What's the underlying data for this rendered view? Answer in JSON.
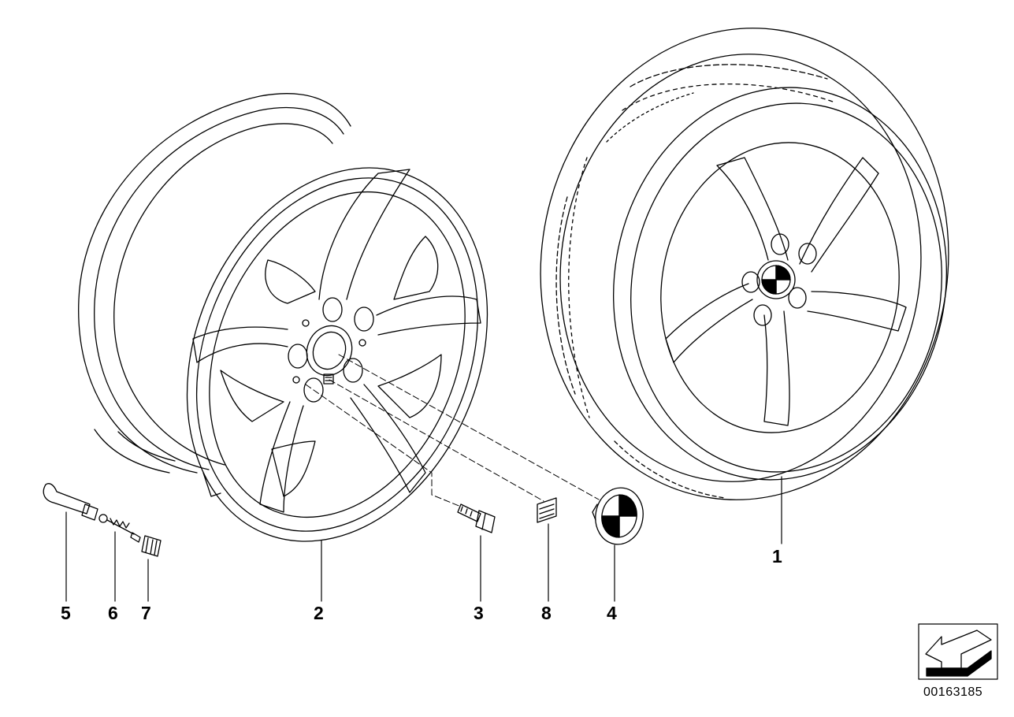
{
  "diagram": {
    "diagram_id": "00163185",
    "stroke_color": "#000000",
    "background_color": "#ffffff",
    "emblem_colors": {
      "blue": "#000000",
      "white": "#ffffff"
    }
  },
  "callouts": [
    {
      "label": "1",
      "part": "complete wheel with tyre"
    },
    {
      "label": "2",
      "part": "light alloy rim"
    },
    {
      "label": "3",
      "part": "wheel bolt"
    },
    {
      "label": "4",
      "part": "hub cap emblem"
    },
    {
      "label": "5",
      "part": "valve"
    },
    {
      "label": "6",
      "part": "valve insert"
    },
    {
      "label": "7",
      "part": "valve cap"
    },
    {
      "label": "8",
      "part": "balance weight"
    }
  ],
  "symbol": {
    "name": "direction-arrow-icon"
  }
}
